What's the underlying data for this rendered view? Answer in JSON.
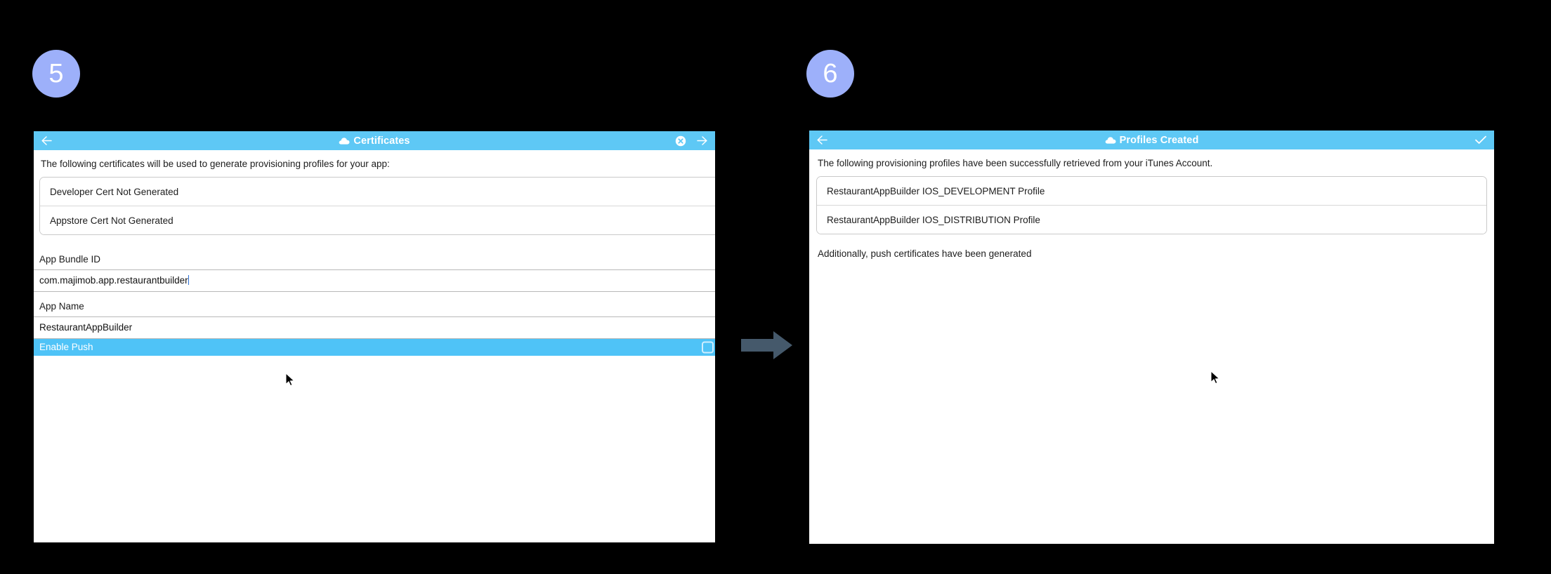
{
  "steps": [
    {
      "number": "5"
    },
    {
      "number": "6"
    }
  ],
  "left_panel": {
    "titlebar": {
      "back_icon": "back-arrow-icon",
      "cloud_icon": "cloud-icon",
      "title": "Certificates",
      "close_icon": "close-circle-icon",
      "forward_icon": "forward-arrow-icon"
    },
    "intro_text": "The following certificates will be used to generate provisioning profiles for your app:",
    "certificates": [
      {
        "label": "Developer Cert Not Generated"
      },
      {
        "label": "Appstore Cert Not Generated"
      }
    ],
    "fields": [
      {
        "label": "App Bundle ID",
        "value": "com.majimob.app.restaurantbuilder"
      },
      {
        "label": "App Name",
        "value": "RestaurantAppBuilder"
      }
    ],
    "toggle_row": {
      "label": "Enable Push",
      "checked": false,
      "checkbox_name": "enable-push-checkbox"
    }
  },
  "right_panel": {
    "titlebar": {
      "back_icon": "back-arrow-icon",
      "cloud_icon": "cloud-icon",
      "title": "Profiles Created",
      "confirm_icon": "checkmark-icon"
    },
    "intro_text": "The following provisioning profiles have been successfully retrieved from your iTunes Account.",
    "profiles": [
      {
        "label": "RestaurantAppBuilder IOS_DEVELOPMENT Profile"
      },
      {
        "label": "RestaurantAppBuilder IOS_DISTRIBUTION Profile"
      }
    ],
    "footer_text": "Additionally, push certificates have been generated"
  },
  "connector": {
    "icon": "right-arrow-icon"
  },
  "colors": {
    "background": "#000000",
    "badge": "#9db0fa",
    "titlebar": "#5ec8f5",
    "highlight_row": "#4fc3f7",
    "panel": "#ffffff",
    "text": "#1c1c1c",
    "connector_arrow": "#45596b",
    "caret": "#2b6fd6"
  }
}
